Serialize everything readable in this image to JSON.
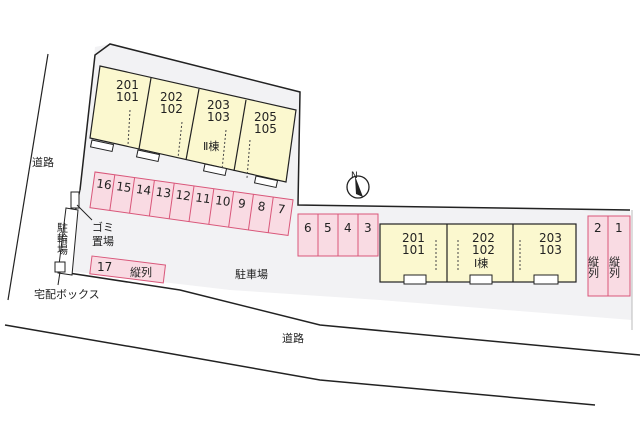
{
  "colors": {
    "site_fill": "#f2f2f4",
    "building_fill": "#fbf8cf",
    "parking_fill": "#f9dbe3",
    "parking_stroke": "#d9577a",
    "line": "#222222"
  },
  "labels": {
    "road_west": "道路",
    "road_south": "道路",
    "parking_lot": "駐車場",
    "bicycle_parking": "駐輪場",
    "garbage": "ゴミ置場",
    "delivery_box": "宅配ボックス",
    "north": "N"
  },
  "building_ii": {
    "name": "Ⅱ棟",
    "units": [
      {
        "upper": "201",
        "lower": "101"
      },
      {
        "upper": "202",
        "lower": "102"
      },
      {
        "upper": "203",
        "lower": "103"
      },
      {
        "upper": "205",
        "lower": "105"
      }
    ]
  },
  "building_i": {
    "name": "Ⅰ棟",
    "units": [
      {
        "upper": "201",
        "lower": "101"
      },
      {
        "upper": "202",
        "lower": "102"
      },
      {
        "upper": "203",
        "lower": "103"
      }
    ]
  },
  "parking_row_a": [
    "16",
    "15",
    "14",
    "13",
    "12",
    "11",
    "10",
    "9",
    "8",
    "7"
  ],
  "parking_row_b": [
    "6",
    "5",
    "4",
    "3"
  ],
  "parking_tandem": [
    {
      "num": "17",
      "note": "縦列"
    },
    {
      "num": "2",
      "note": "縦列"
    },
    {
      "num": "1",
      "note": "縦列"
    }
  ]
}
